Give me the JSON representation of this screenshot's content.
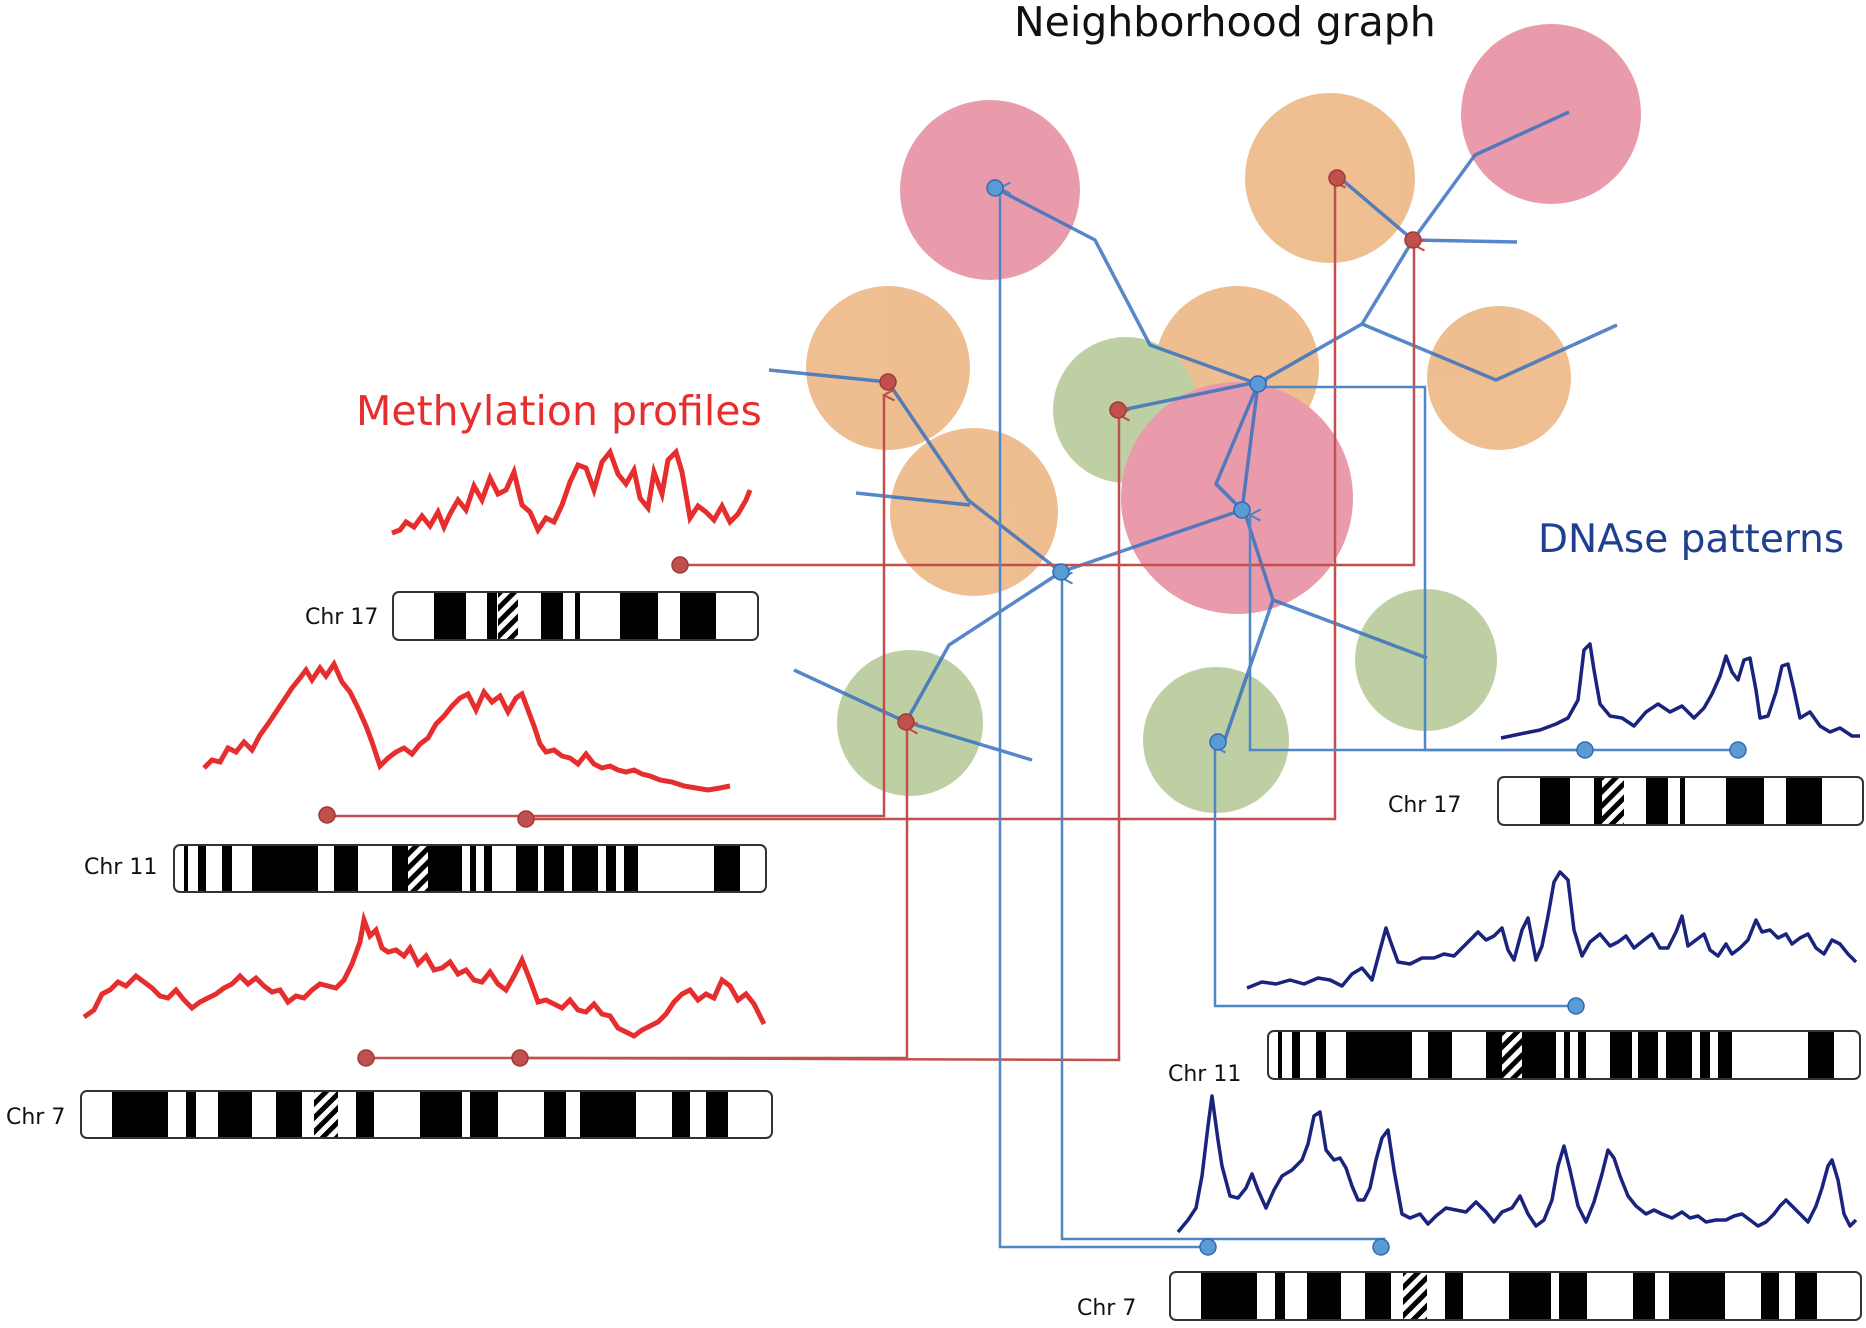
{
  "title": "Neighborhood graph",
  "methylation": {
    "title": "Methylation profiles",
    "chromosomes": [
      {
        "id": "m17",
        "label": "Chr 17"
      },
      {
        "id": "m11",
        "label": "Chr 11"
      },
      {
        "id": "m7",
        "label": "Chr 7"
      }
    ]
  },
  "dnase": {
    "title": "DNAse patterns",
    "chromosomes": [
      {
        "id": "d17",
        "label": "Chr 17"
      },
      {
        "id": "d11",
        "label": "Chr 11"
      },
      {
        "id": "d7",
        "label": "Chr 7"
      }
    ]
  },
  "colors": {
    "methylation": "#e62e2e",
    "methylation_connector": "#c0504d",
    "dnase_trace": "#1a237e",
    "dnase_connector": "#4f86c6",
    "graph_edge": "#3a72c0",
    "cluster_pink": "#e27a90",
    "cluster_orange": "#e9a86c",
    "cluster_green": "#a9bf85",
    "band": "#000000"
  }
}
